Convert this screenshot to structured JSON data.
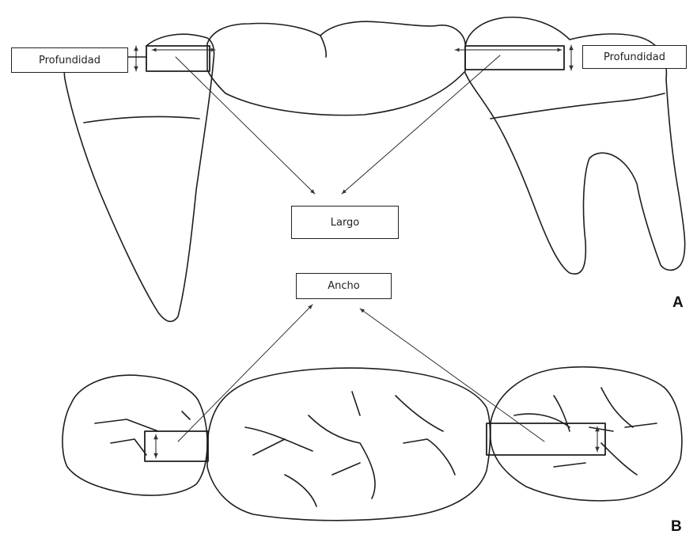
{
  "labels": {
    "depth_left": "Profundidad",
    "depth_right": "Profundidad",
    "length": "Largo",
    "width": "Ancho"
  },
  "panels": {
    "a": "A",
    "b": "B"
  }
}
